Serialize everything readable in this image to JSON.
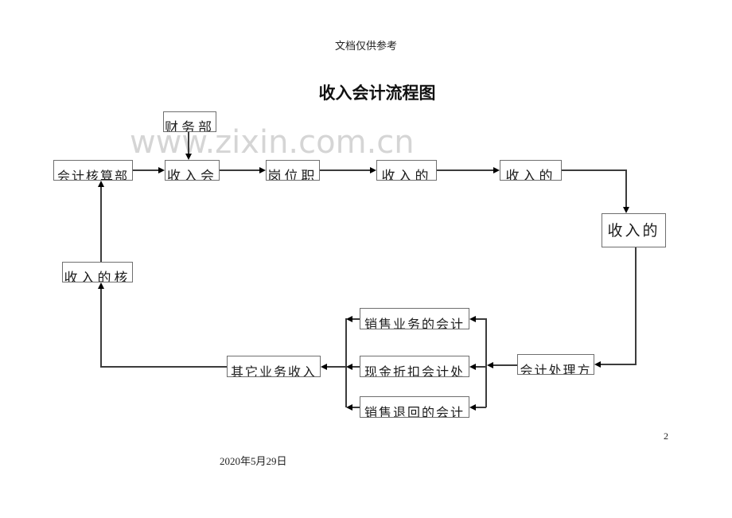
{
  "page": {
    "header_note": "文档仅供参考",
    "title": "收入会计流程图",
    "watermark": "www.zixin.com.cn",
    "date": "2020年5月29日",
    "page_number": "2"
  },
  "flowchart": {
    "nodes": [
      {
        "id": "finance-dept",
        "label": "财务部"
      },
      {
        "id": "accounting-dept",
        "label": "会计核算部"
      },
      {
        "id": "income-meeting",
        "label": "收入会"
      },
      {
        "id": "post-duty",
        "label": "岗位职"
      },
      {
        "id": "income-step-1",
        "label": "收入的"
      },
      {
        "id": "income-step-2",
        "label": "收入的"
      },
      {
        "id": "income-main",
        "label": "收入的"
      },
      {
        "id": "income-check",
        "label": "收入的核"
      },
      {
        "id": "sales-accounting",
        "label": "销售业务的会计"
      },
      {
        "id": "cash-discount",
        "label": "现金折扣会计处"
      },
      {
        "id": "sales-return",
        "label": "销售退回的会计"
      },
      {
        "id": "other-income",
        "label": "其它业务收入"
      },
      {
        "id": "accounting-method",
        "label": "会计处理方"
      }
    ]
  }
}
